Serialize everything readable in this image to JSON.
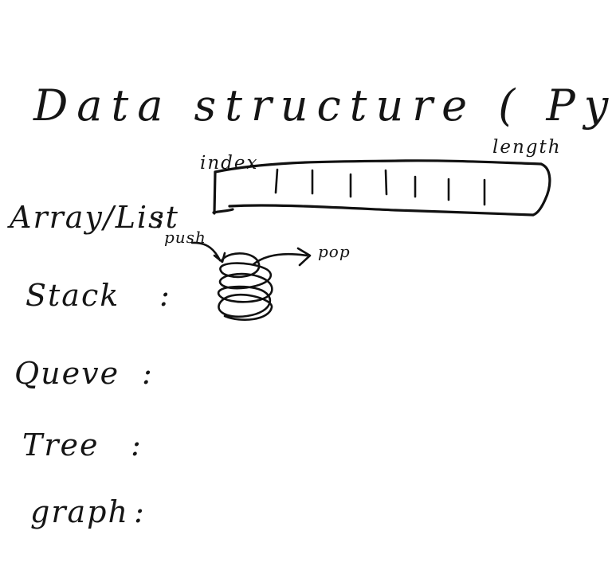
{
  "title": "Data structure ( Python)",
  "array": {
    "index_label": "index",
    "length_label": "length"
  },
  "stack": {
    "push_label": "push",
    "pop_label": "pop"
  },
  "rows": [
    {
      "label": "Array/List"
    },
    {
      "label": "Stack"
    },
    {
      "label": "Queve"
    },
    {
      "label": "Tree"
    },
    {
      "label": "graph"
    }
  ]
}
